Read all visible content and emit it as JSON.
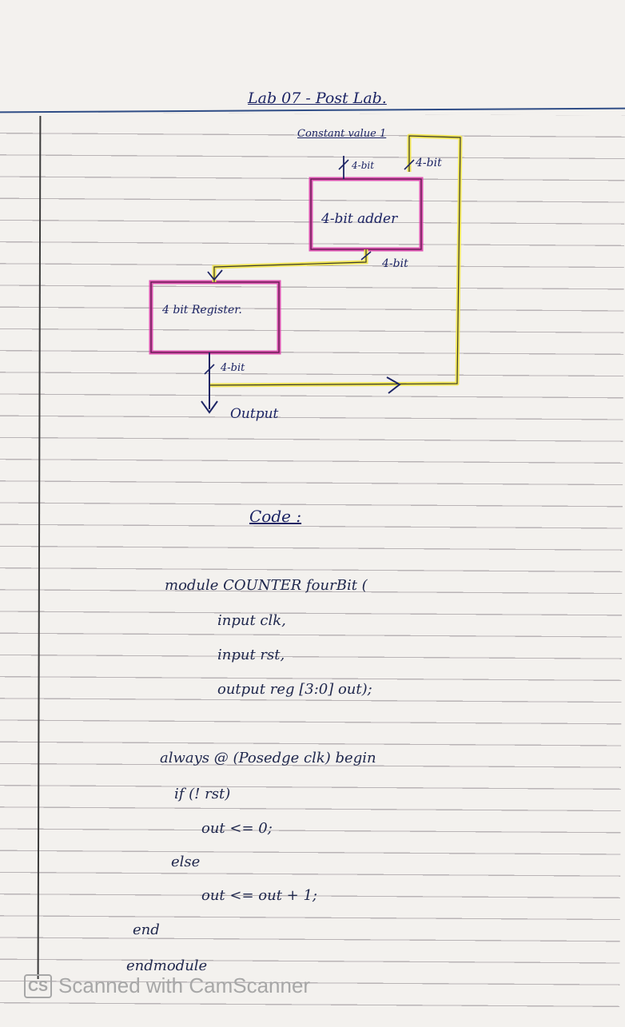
{
  "page": {
    "title": "Lab 07 - Post Lab.",
    "code_heading": "Code :"
  },
  "diagram": {
    "constant_label": "Constant value 1",
    "adder_input_a_width": "4-bit",
    "adder_input_b_width": "4-bit",
    "adder_label": "4-bit adder",
    "adder_output_width": "4-bit",
    "register_label": "4 bit Register.",
    "register_output_width": "4-bit",
    "output_label": "Output"
  },
  "code": {
    "lines": [
      "module    COUNTER fourBit (",
      "input   clk,",
      "input   rst,",
      "output  reg   [3:0]  out);",
      "always  @  (Posedge  clk)  begin",
      "if    (! rst)",
      "out  <= 0;",
      "else",
      "out  <=  out + 1;",
      "end",
      "endmodule"
    ]
  },
  "footer": {
    "logo": "CS",
    "text": "Scanned with CamScanner"
  },
  "colors": {
    "pen": "#1c2464",
    "highlight_pink": "#d93aa8",
    "highlight_yellow": "#f2e54a",
    "rule_line": "#b9b4b6",
    "header_line": "#2f4d86"
  }
}
